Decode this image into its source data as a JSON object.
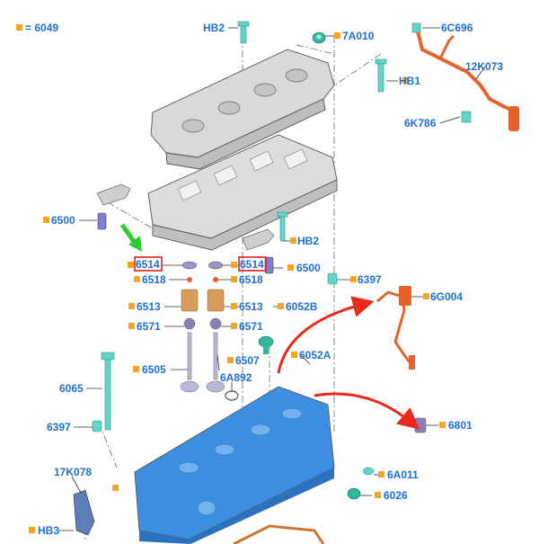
{
  "legend": {
    "marker_color": "#f5a623",
    "text": "= 6049"
  },
  "labels": {
    "hb2_top": "HB2",
    "a7a010": "7A010",
    "c6c696": "6C696",
    "k12k073": "12K073",
    "hb1": "HB1",
    "k6k786": "6K786",
    "p6500_left": "6500",
    "hb2_mid": "HB2",
    "p6514_left": "6514",
    "p6514_right": "6514",
    "p6500_right": "6500",
    "p6518_left": "6518",
    "p6518_right": "6518",
    "p6397_right": "6397",
    "g6g004": "6G004",
    "p6513_left": "6513",
    "p6513_right": "6513",
    "b6052b": "6052B",
    "p6571_left": "6571",
    "p6571_right": "6571",
    "p6505": "6505",
    "p6507": "6507",
    "a6052a": "6052A",
    "a6a892": "6A892",
    "p6065": "6065",
    "p6397_left": "6397",
    "p6801": "6801",
    "k17k078": "17K078",
    "a6a011": "6A011",
    "p6026": "6026",
    "hb3": "HB3"
  },
  "colors": {
    "label_text": "#1f6fd6",
    "marker": "#f5a623",
    "highlight_box": "#e02020",
    "arrow_red": "#e8291c",
    "arrow_green": "#2ecc2e",
    "cylinder_head": "#3c8fe0",
    "cam_carrier": "#d8d8d8",
    "harness": "#e8602a",
    "bolt_cyan": "#5fd6c8",
    "valve_purple": "#8c7fb8",
    "gasket": "#c9772e"
  }
}
